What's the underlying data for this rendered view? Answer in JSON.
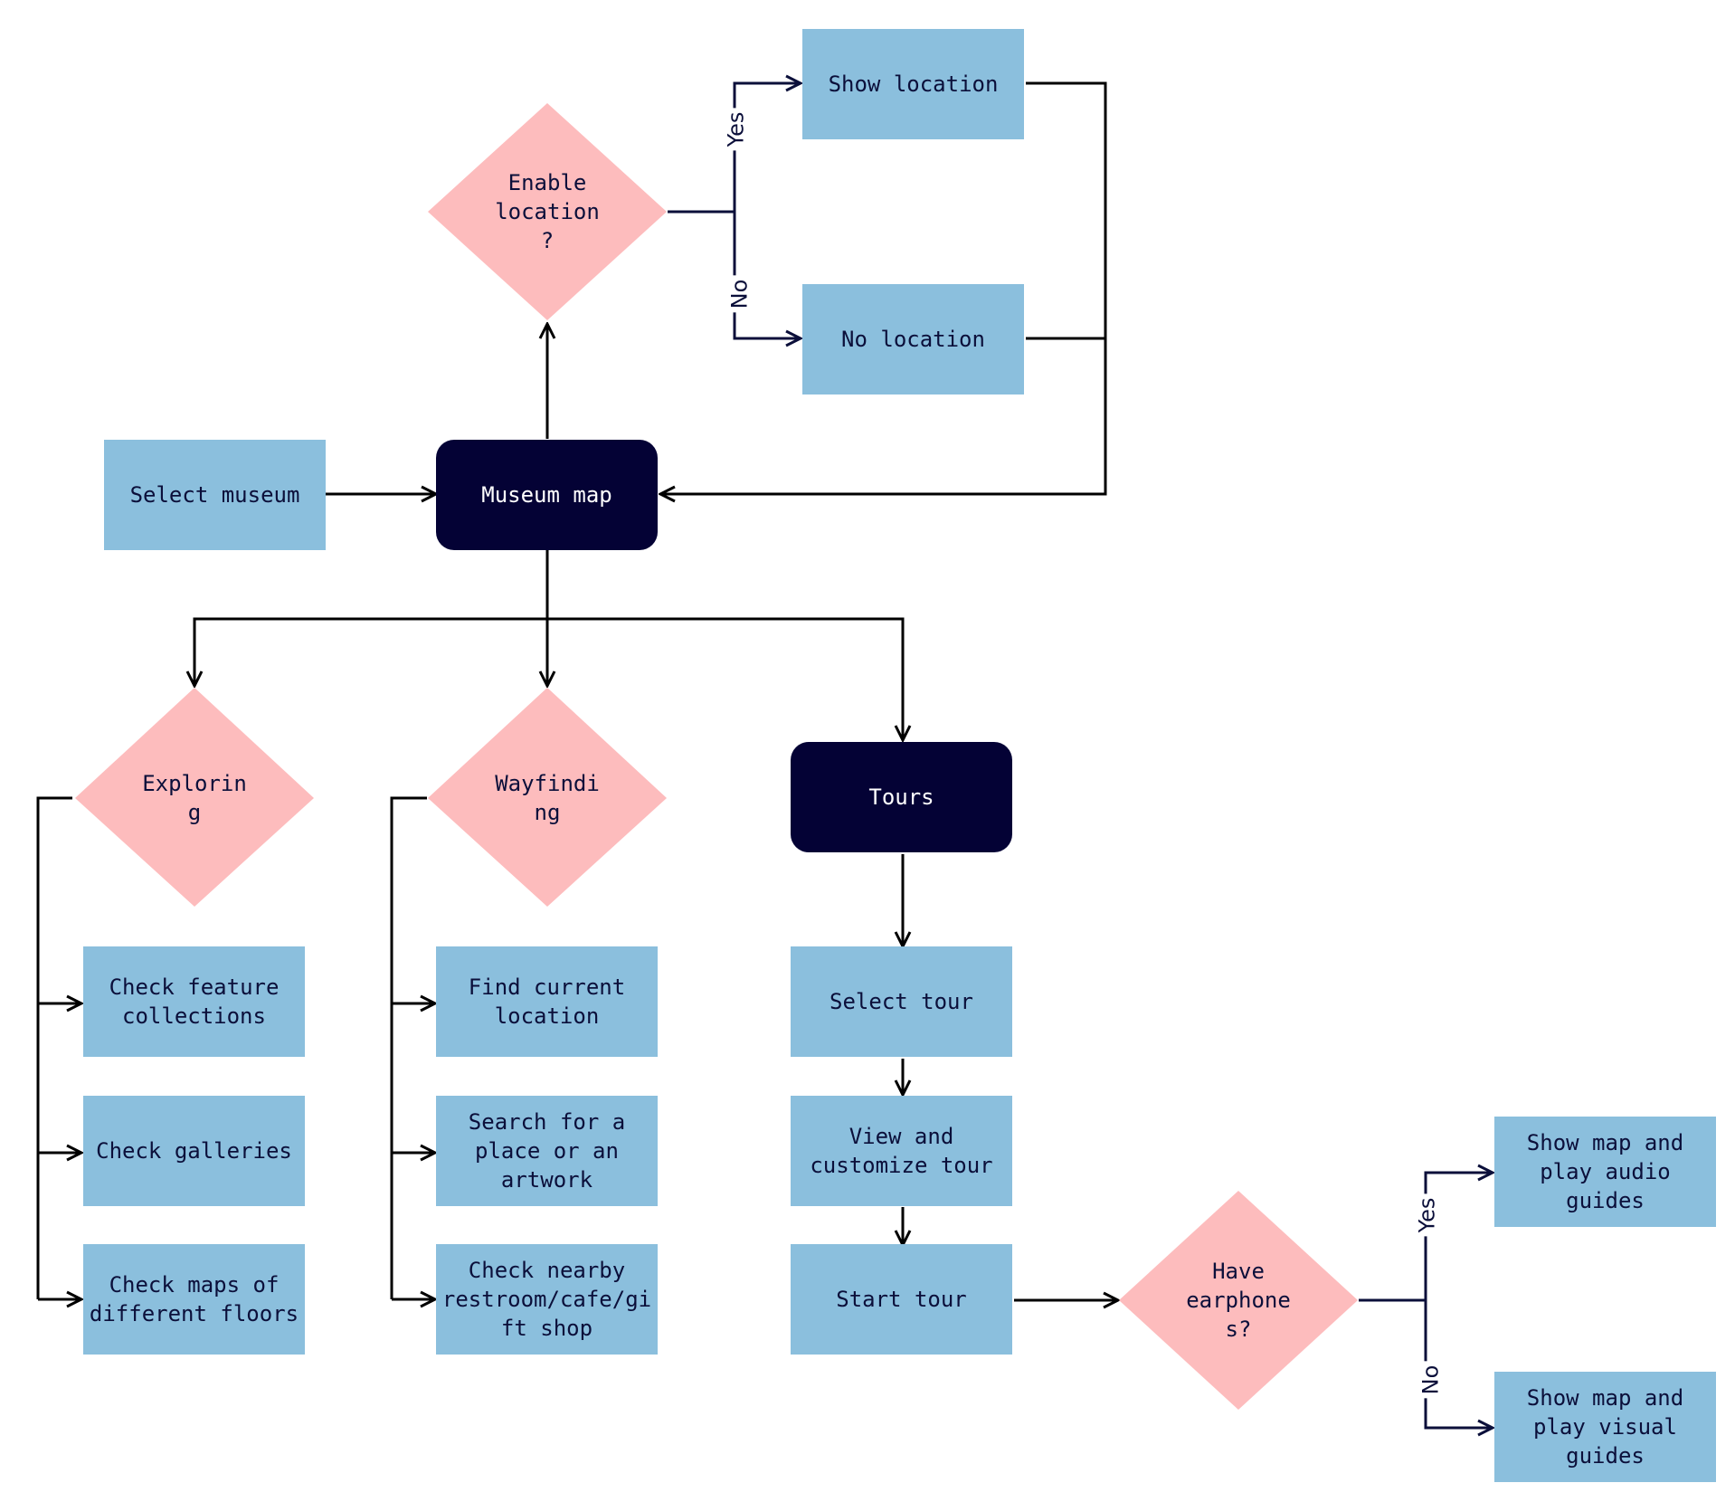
{
  "colors": {
    "process": "#8bbfdd",
    "terminal": "#040235",
    "decision": "#fdbcbd",
    "line": "#000000",
    "branch_line": "#0b0f3a"
  },
  "nodes": {
    "select_museum": "Select museum",
    "museum_map": "Museum map",
    "enable_location": "Enable\nlocation\n?",
    "show_location": "Show location",
    "no_location": "No location",
    "exploring": "Explorin\ng",
    "wayfinding": "Wayfindi\nng",
    "tours": "Tours",
    "check_feature": "Check feature\ncollections",
    "check_galleries": "Check galleries",
    "check_maps": "Check maps of\ndifferent floors",
    "find_current": "Find current\nlocation",
    "search_place": "Search for a\nplace or an\nartwork",
    "check_nearby": "Check nearby\nrestroom/cafe/gi\nft shop",
    "select_tour": "Select tour",
    "view_customize": "View and\ncustomize tour",
    "start_tour": "Start tour",
    "have_earphones": "Have\nearphone\ns?",
    "audio_guides": "Show map and\nplay audio\nguides",
    "visual_guides": "Show map and\nplay visual\nguides"
  },
  "edge_labels": {
    "location_yes": "Yes",
    "location_no": "No",
    "earphones_yes": "Yes",
    "earphones_no": "No"
  }
}
